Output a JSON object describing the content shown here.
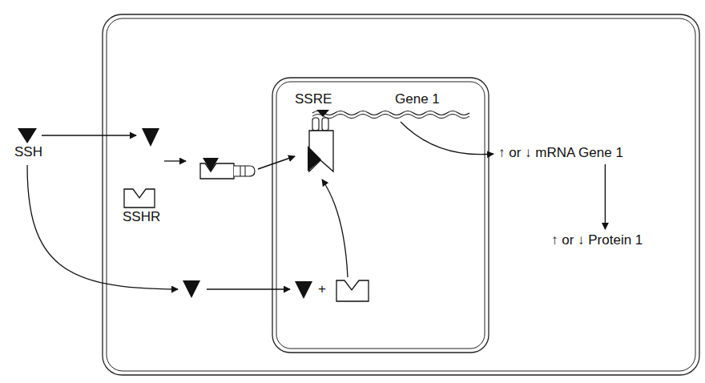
{
  "diagram": {
    "nodes": [
      {
        "text": [
          "SSH"
        ]
      },
      {
        "text": [
          "SSHR"
        ]
      },
      {
        "text": [
          "↑ or ↓ mRNA Gene 1"
        ]
      },
      {
        "text": [
          "↑ or ↓ Protein 1"
        ]
      }
    ],
    "edges": [
      {
        "from": 2,
        "to": 3,
        "arrow": "to"
      }
    ],
    "labels": [
      "SSRE",
      "Gene 1",
      "+"
    ]
  }
}
